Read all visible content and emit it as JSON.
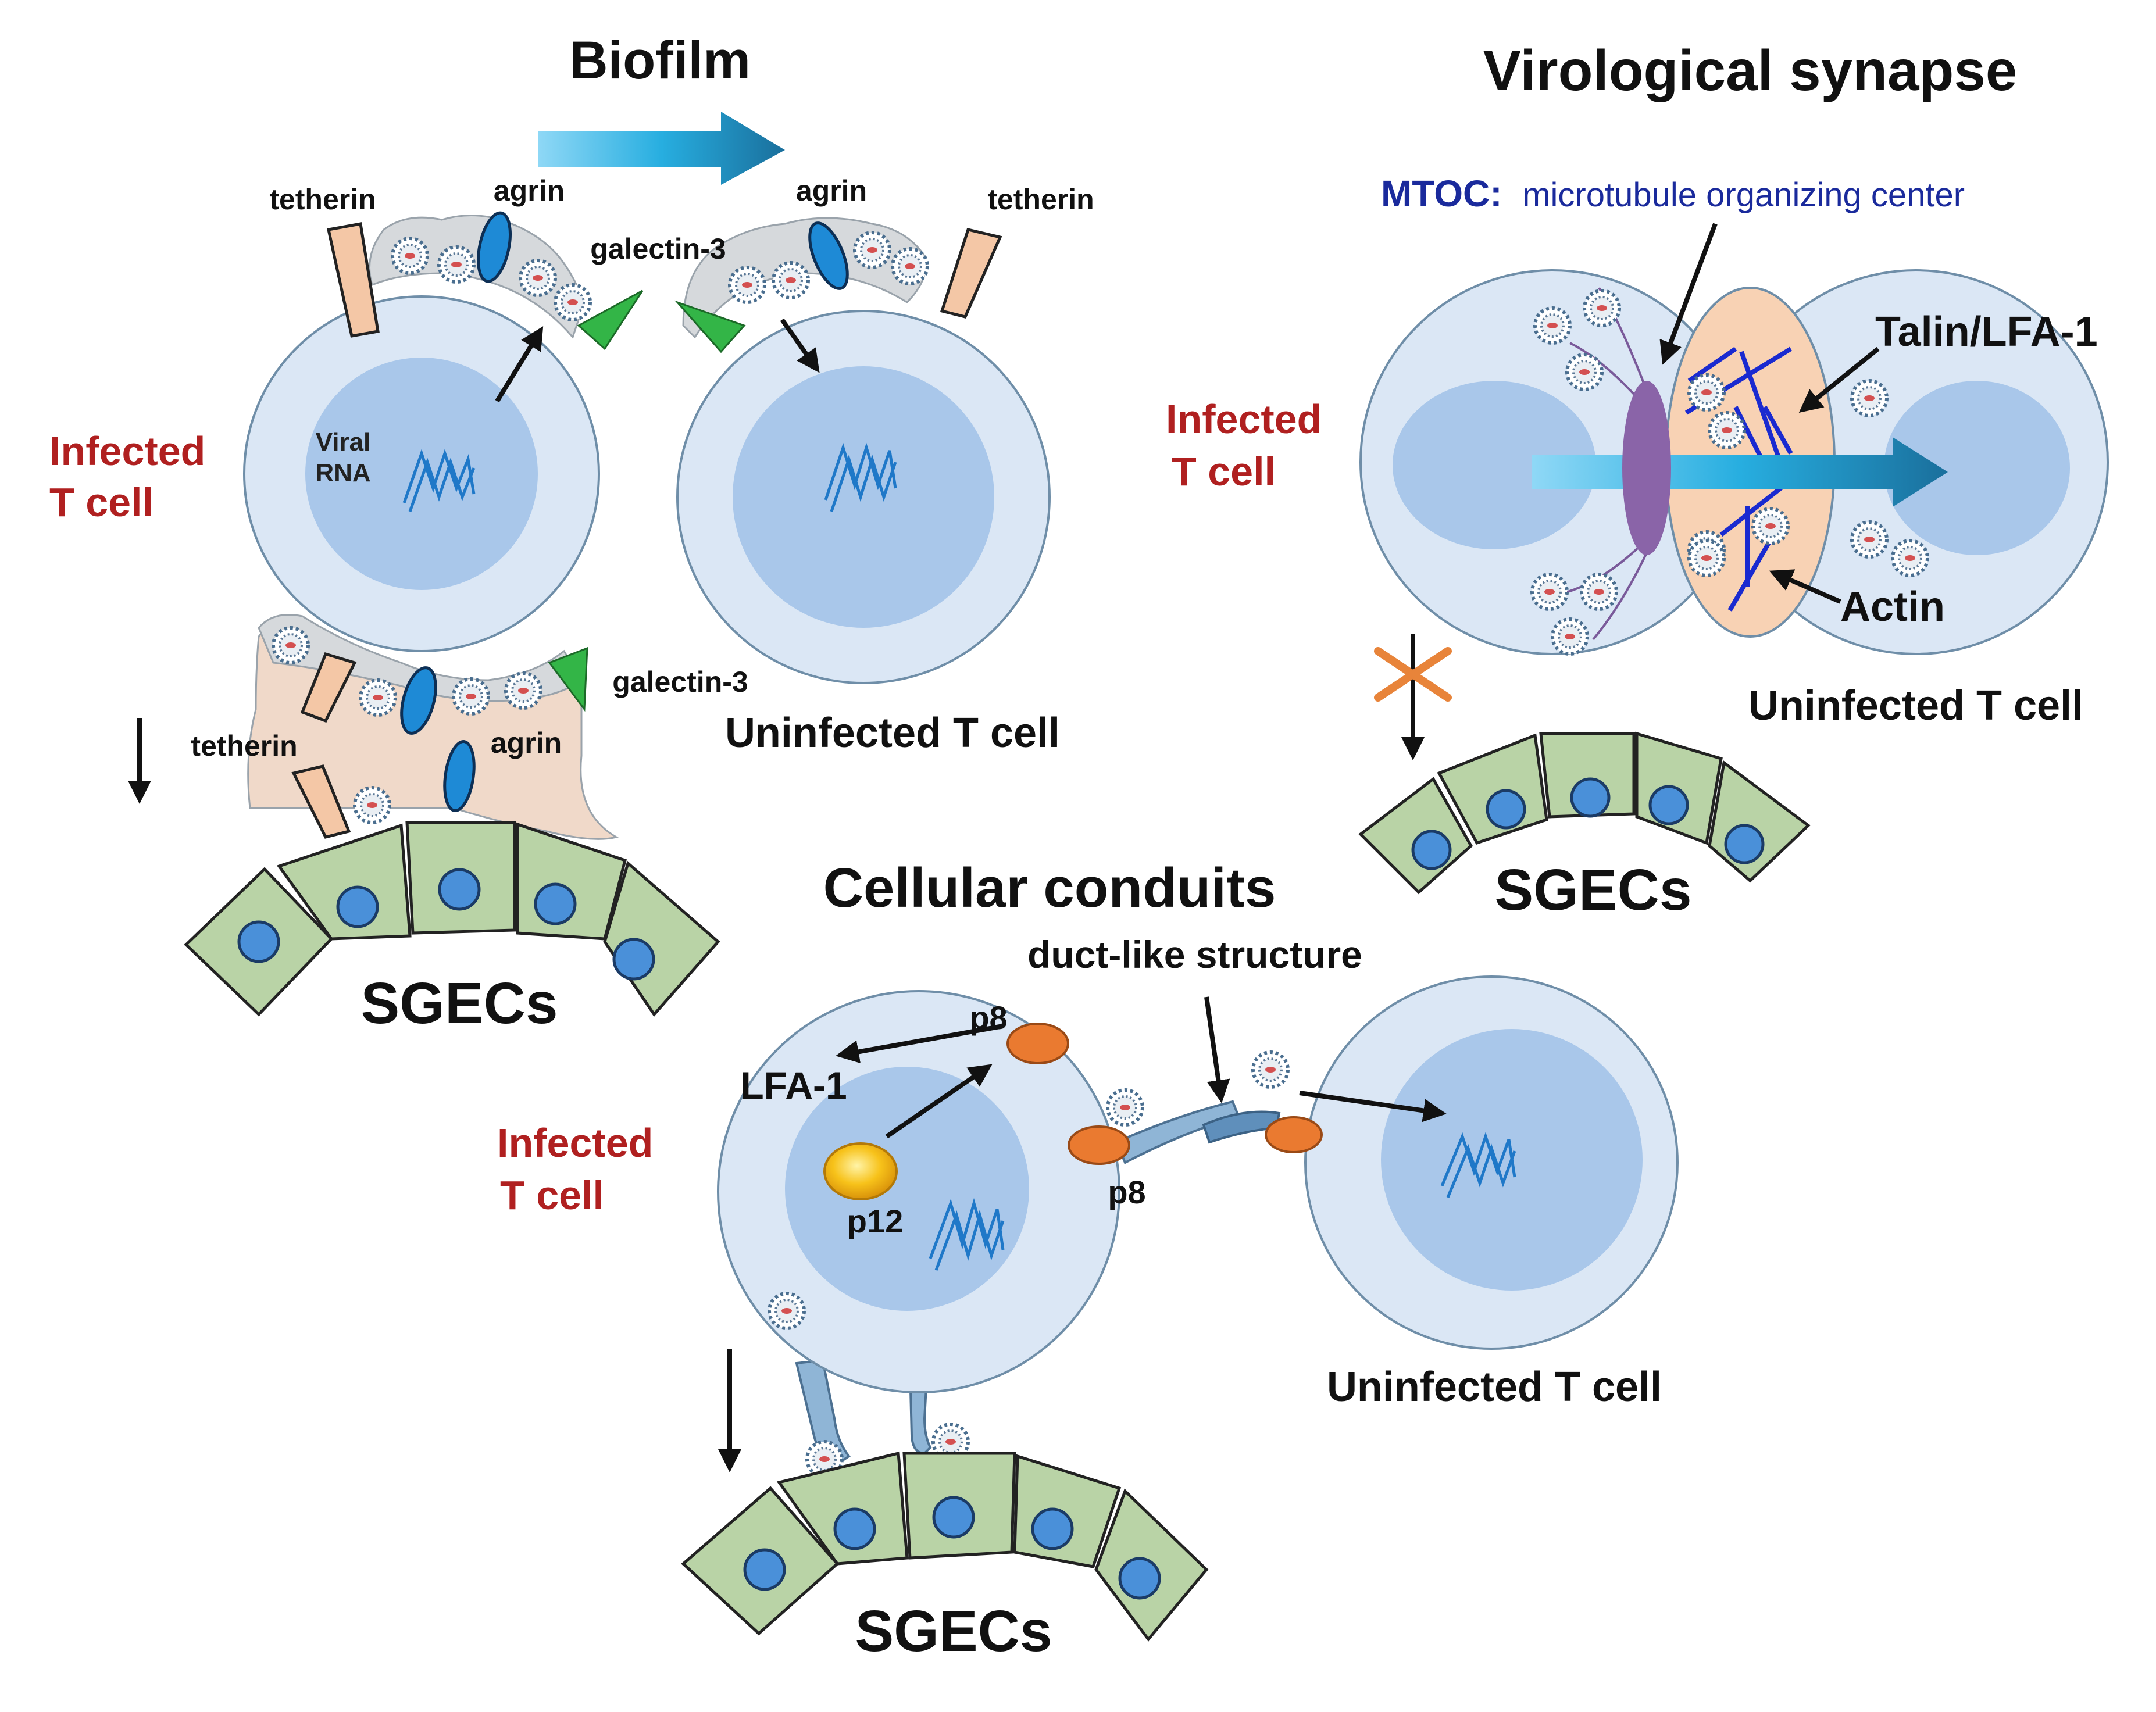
{
  "sections": {
    "biofilm": {
      "title": "Biofilm",
      "tetherin_left": "tetherin",
      "agrin_left": "agrin",
      "agrin_right": "agrin",
      "tetherin_right": "tetherin",
      "galectin_top": "galectin-3",
      "galectin_bottom": "galectin-3",
      "tetherin_bottom": "tetherin",
      "agrin_bottom": "agrin",
      "infected_line1": "Infected",
      "infected_line2": "T cell",
      "viral_line1": "Viral",
      "viral_line2": "RNA",
      "uninfected": "Uninfected T cell",
      "sgecs": "SGECs"
    },
    "virological_synapse": {
      "title": "Virological synapse",
      "mtoc_abbr": "MTOC:",
      "mtoc_full": "microtubule organizing center",
      "talin": "Talin/LFA-1",
      "actin": "Actin",
      "infected_line1": "Infected",
      "infected_line2": "T cell",
      "uninfected": "Uninfected T cell",
      "sgecs": "SGECs"
    },
    "cellular_conduits": {
      "title": "Cellular conduits",
      "duct": "duct-like structure",
      "p8_top": "p8",
      "lfa1": "LFA-1",
      "p12": "p12",
      "p8_bottom": "p8",
      "infected_line1": "Infected",
      "infected_line2": "T cell",
      "uninfected": "Uninfected T cell",
      "sgecs": "SGECs"
    }
  },
  "colors": {
    "cell_fill": "#dbe7f5",
    "nucleus_fill": "#a9c7ea",
    "rna": "#1f78c8",
    "infected_label": "#b02020",
    "mtoc_label": "#1a2a9c",
    "sgec_fill": "#b9d3a6",
    "sgec_nucleus": "#4a90d9",
    "tetherin": "#f4c7a6",
    "agrin": "#1e8ad6",
    "galectin": "#33b547",
    "biofilm_matrix": "#d6d9dc",
    "p8": "#ea7a30",
    "p12": "#f2b400",
    "mtoc": "#8a64a8",
    "actin": "#1a2ad0",
    "synapse_zone": "#f8d2b4",
    "cross": "#e8843a"
  }
}
